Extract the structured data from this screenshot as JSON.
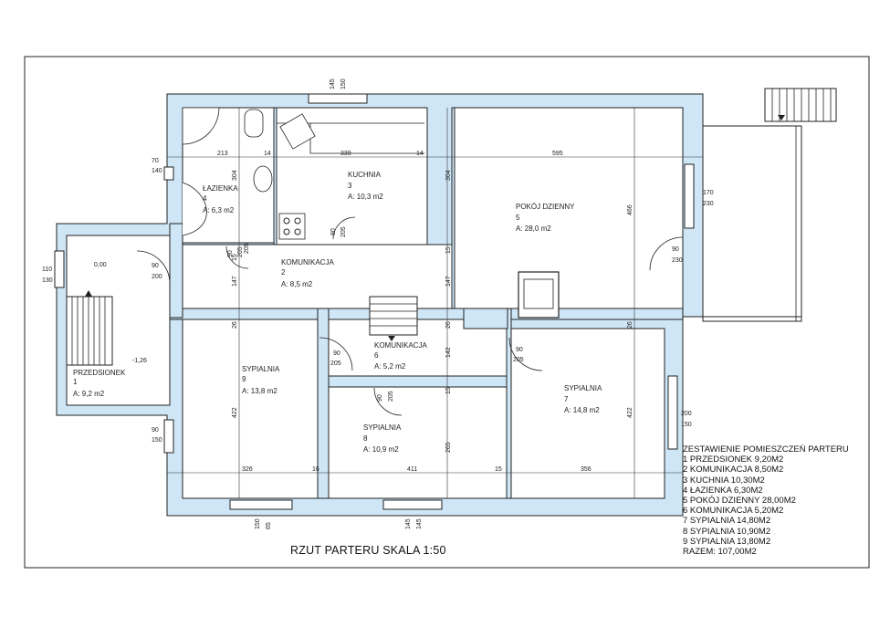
{
  "title": "RZUT PARTERU SKALA 1:50",
  "rooms": [
    {
      "name": "PRZEDSIONEK",
      "number": "1",
      "area": "A: 9,2 m2"
    },
    {
      "name": "KOMUNIKACJA",
      "number": "2",
      "area": "A: 8,5 m2"
    },
    {
      "name": "KUCHNIA",
      "number": "3",
      "area": "A: 10,3 m2"
    },
    {
      "name": "ŁAZIENKA",
      "number": "4",
      "area": "A: 6,3 m2"
    },
    {
      "name": "POKÓJ DZIENNY",
      "number": "5",
      "area": "A: 28,0 m2"
    },
    {
      "name": "KOMUNIKACJA",
      "number": "6",
      "area": "A: 5,2 m2"
    },
    {
      "name": "SYPIALNIA",
      "number": "7",
      "area": "A: 14,8 m2"
    },
    {
      "name": "SYPIALNIA",
      "number": "8",
      "area": "A: 10,9 m2"
    },
    {
      "name": "SYPIALNIA",
      "number": "9",
      "area": "A: 13,8 m2"
    }
  ],
  "levels": {
    "entry": "-1,26",
    "floor": "0,00"
  },
  "dimensions": {
    "top_row": [
      "213",
      "14",
      "339",
      "14",
      "595"
    ],
    "bottom_row": [
      "326",
      "16",
      "411",
      "15",
      "356"
    ],
    "vertical": [
      "304",
      "304",
      "466",
      "147",
      "147",
      "15",
      "26",
      "26",
      "26",
      "142",
      "15",
      "422",
      "265",
      "422",
      "205",
      "15"
    ],
    "openings": [
      {
        "w": "70",
        "h": "140"
      },
      {
        "w": "110",
        "h": "130"
      },
      {
        "w": "90",
        "h": "200"
      },
      {
        "w": "90",
        "h": "150"
      },
      {
        "w": "170",
        "h": "230"
      },
      {
        "w": "90",
        "h": "230"
      },
      {
        "w": "200",
        "h": "150"
      },
      {
        "w": "90",
        "h": "205"
      },
      {
        "w": "90",
        "h": "205"
      },
      {
        "w": "90",
        "h": "205"
      },
      {
        "w": "90",
        "h": "205"
      },
      {
        "w": "90",
        "h": "205"
      },
      {
        "w": "145",
        "h": "150"
      },
      {
        "w": "150",
        "h": "65"
      },
      {
        "w": "145",
        "h": "145"
      }
    ]
  },
  "summary": {
    "heading": "ZESTAWIENIE POMIESZCZEŃ PARTERU",
    "items": [
      "1 PRZEDSIONEK  9,20M2",
      "2 KOMUNIKACJA 8,50M2",
      "3 KUCHNIA 10,30M2",
      "4 ŁAZIENKA 6,30M2",
      "5 POKÓJ DZIENNY 28,00M2",
      "6 KOMUNIKACJA 5,20M2",
      "7 SYPIALNIA 14,80M2",
      "8 SYPIALNIA 10,90M2",
      "9 SYPIALNIA 13,80M2"
    ],
    "total": "RAZEM: 107,00M2"
  },
  "colors": {
    "wall_fill": "#cfe6f7",
    "line": "#222222",
    "background": "#ffffff"
  }
}
